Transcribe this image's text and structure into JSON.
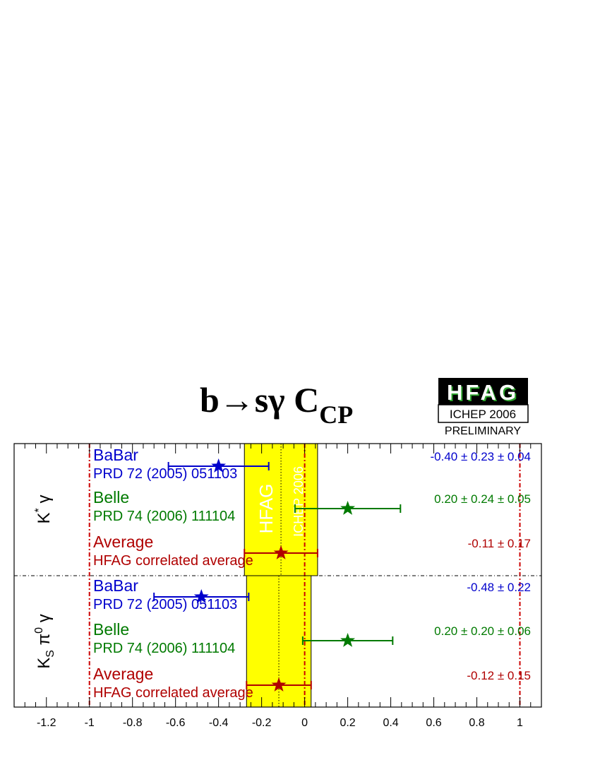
{
  "title": {
    "main": "b→sγ C",
    "subscript": "CP"
  },
  "logo": {
    "name": "HFAG",
    "conference": "ICHEP 2006",
    "status": "PRELIMINARY"
  },
  "band_labels": {
    "left": "HFAG",
    "right": "ICHEP 2006"
  },
  "colors": {
    "babar": "#0000cc",
    "belle": "#007a00",
    "average": "#b00000",
    "band": "#ffff00",
    "reference_lines": "#cc0000"
  },
  "chart_data": {
    "type": "scatter",
    "orientation": "horizontal",
    "xlim": [
      -1.35,
      1.1
    ],
    "x_ticks": [
      "-1.2",
      "-1",
      "-0.8",
      "-0.6",
      "-0.4",
      "-0.2",
      "0",
      "0.2",
      "0.4",
      "0.6",
      "0.8",
      "1"
    ],
    "x_tick_values": [
      -1.2,
      -1.0,
      -0.8,
      -0.6,
      -0.4,
      -0.2,
      0.0,
      0.2,
      0.4,
      0.6,
      0.8,
      1.0
    ],
    "reference_lines": [
      -1,
      0,
      1
    ],
    "grid": false,
    "average_band": {
      "center": -0.11,
      "half_width": 0.17
    },
    "groups": [
      {
        "label": "K* γ",
        "label_parts": {
          "main": "K",
          "sup": "*",
          "tail": " γ"
        },
        "band": {
          "center": -0.11,
          "half_width": 0.17
        },
        "entries": [
          {
            "experiment": "BaBar",
            "reference": "PRD 72 (2005) 051103",
            "value": -0.4,
            "error_low": 0.233,
            "error_high": 0.233,
            "result_text": "-0.40 ± 0.23 ± 0.04",
            "kind": "babar"
          },
          {
            "experiment": "Belle",
            "reference": "PRD 74 (2006) 111104",
            "value": 0.2,
            "error_low": 0.245,
            "error_high": 0.245,
            "result_text": "0.20 ± 0.24 ± 0.05",
            "kind": "belle"
          },
          {
            "experiment": "Average",
            "reference": "HFAG correlated average",
            "value": -0.11,
            "error_low": 0.17,
            "error_high": 0.17,
            "result_text": "-0.11 ± 0.17",
            "kind": "average"
          }
        ]
      },
      {
        "label": "KS π0 γ",
        "label_parts": {
          "main": "K",
          "sub": "S",
          "pi": " π",
          "sup": "0",
          "tail": " γ"
        },
        "band": {
          "center": -0.12,
          "half_width": 0.15
        },
        "entries": [
          {
            "experiment": "BaBar",
            "reference": "PRD 72 (2005) 051103",
            "value": -0.48,
            "error_low": 0.22,
            "error_high": 0.22,
            "result_text": "-0.48 ± 0.22",
            "kind": "babar"
          },
          {
            "experiment": "Belle",
            "reference": "PRD 74 (2006) 111104",
            "value": 0.2,
            "error_low": 0.209,
            "error_high": 0.209,
            "result_text": "0.20 ± 0.20 ± 0.06",
            "kind": "belle"
          },
          {
            "experiment": "Average",
            "reference": "HFAG correlated average",
            "value": -0.12,
            "error_low": 0.15,
            "error_high": 0.15,
            "result_text": "-0.12 ± 0.15",
            "kind": "average"
          }
        ]
      }
    ]
  }
}
